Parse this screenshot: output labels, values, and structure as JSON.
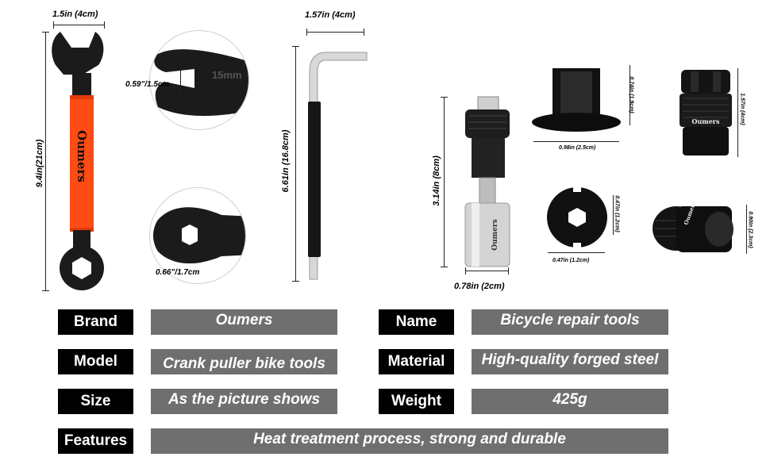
{
  "brand_mark": "Oumers",
  "dimensions": {
    "wrench_width": "1.5in (4cm)",
    "wrench_length": "9.4in(21cm)",
    "wrench_jaw": "0.59\"/1.5cm",
    "wrench_hex": "0.66\"/1.7cm",
    "hex_key_width": "1.57in (4cm)",
    "hex_key_length": "6.61in (16.8cm)",
    "crank_puller_length": "3.14in (8cm)",
    "crank_puller_width": "0.78in (2cm)",
    "adapter_top_height": "0.74in (1.9cm)",
    "adapter_top_width": "0.98in (2.5cm)",
    "adapter_bottom_height": "0.47in (1.2cm)",
    "adapter_bottom_width": "0.47in (1.2cm)",
    "freewheel_tool_height": "1.57in (4cm)",
    "cassette_tool_height": "0.90in (2.3cm)",
    "wrench_marking": "15mm"
  },
  "specs": {
    "brand_label": "Brand",
    "brand_value": "Oumers",
    "name_label": "Name",
    "name_value": "Bicycle repair tools",
    "model_label": "Model",
    "model_value": "Crank puller bike tools",
    "material_label": "Material",
    "material_value": "High-quality forged steel",
    "size_label": "Size",
    "size_value": "As the picture shows",
    "weight_label": "Weight",
    "weight_value": "425g",
    "features_label": "Features",
    "features_value": "Heat treatment process, strong and durable"
  },
  "colors": {
    "grip_orange": "#ff4b14",
    "tool_black": "#1b1b1b",
    "label_bg": "#000000",
    "value_bg": "#6f6f6f"
  }
}
